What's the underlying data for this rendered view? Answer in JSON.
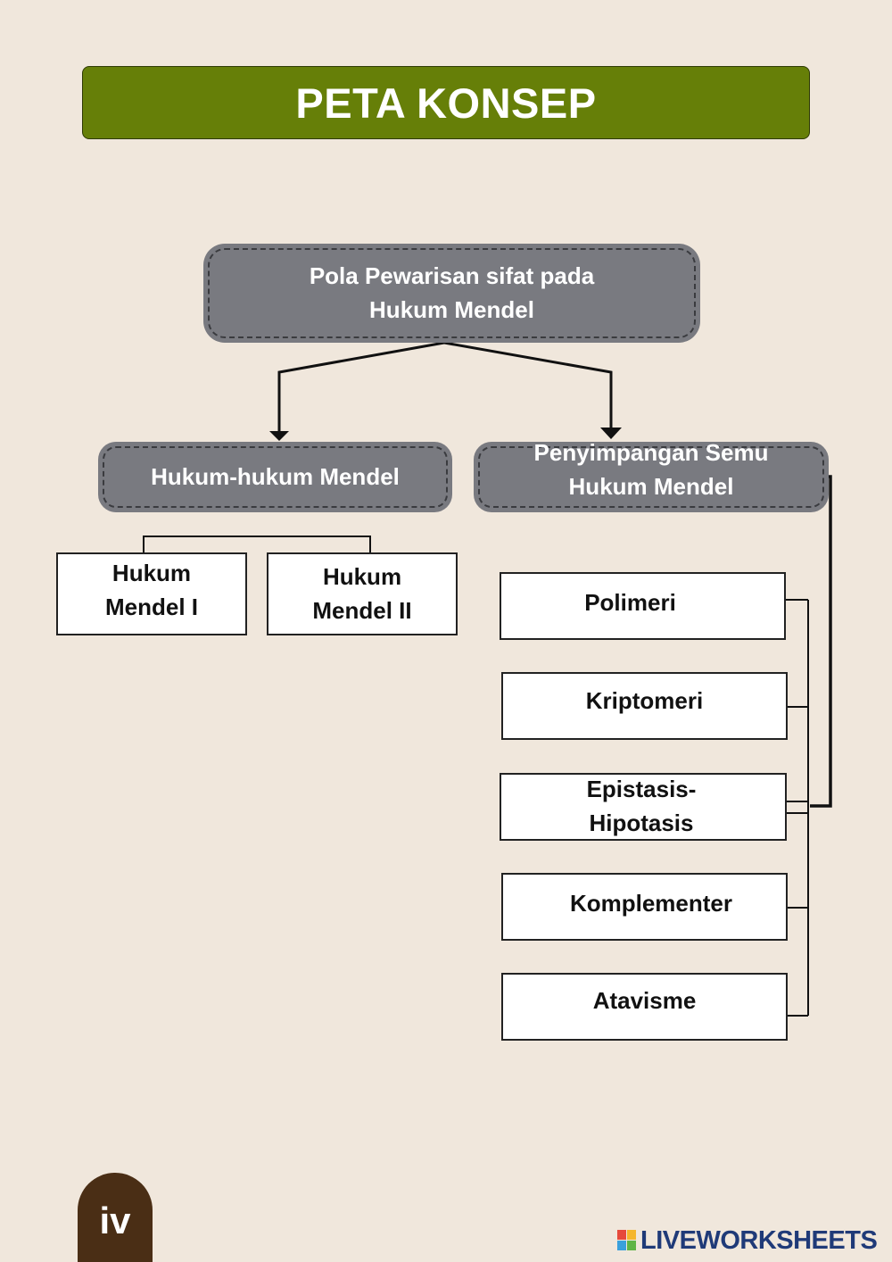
{
  "header": {
    "title": "PETA KONSEP"
  },
  "root": {
    "line1": "Pola Pewarisan sifat pada",
    "line2": "Hukum Mendel"
  },
  "left_branch": {
    "title": "Hukum-hukum Mendel",
    "children": [
      {
        "line1": "Hukum",
        "line2": "Mendel I"
      },
      {
        "line1": "Hukum",
        "line2": "Mendel II"
      }
    ]
  },
  "right_branch": {
    "line1": "Penyimpangan Semu",
    "line2": "Hukum Mendel",
    "children": [
      {
        "line1": "Polimeri",
        "line2": ""
      },
      {
        "line1": "Kriptomeri",
        "line2": ""
      },
      {
        "line1": "Epistasis-",
        "line2": "Hipotasis"
      },
      {
        "line1": "Komplementer",
        "line2": ""
      },
      {
        "line1": "Atavisme",
        "line2": ""
      }
    ]
  },
  "footer": {
    "page_number": "iv",
    "brand": "LIVEWORKSHEETS"
  },
  "colors": {
    "background": "#f0e7dc",
    "banner": "#667f08",
    "node_gray": "#797a80",
    "page_tab": "#4a2e15",
    "brand_text": "#1f3a78"
  },
  "icons": {
    "brand": "liveworksheets-logo-icon"
  }
}
